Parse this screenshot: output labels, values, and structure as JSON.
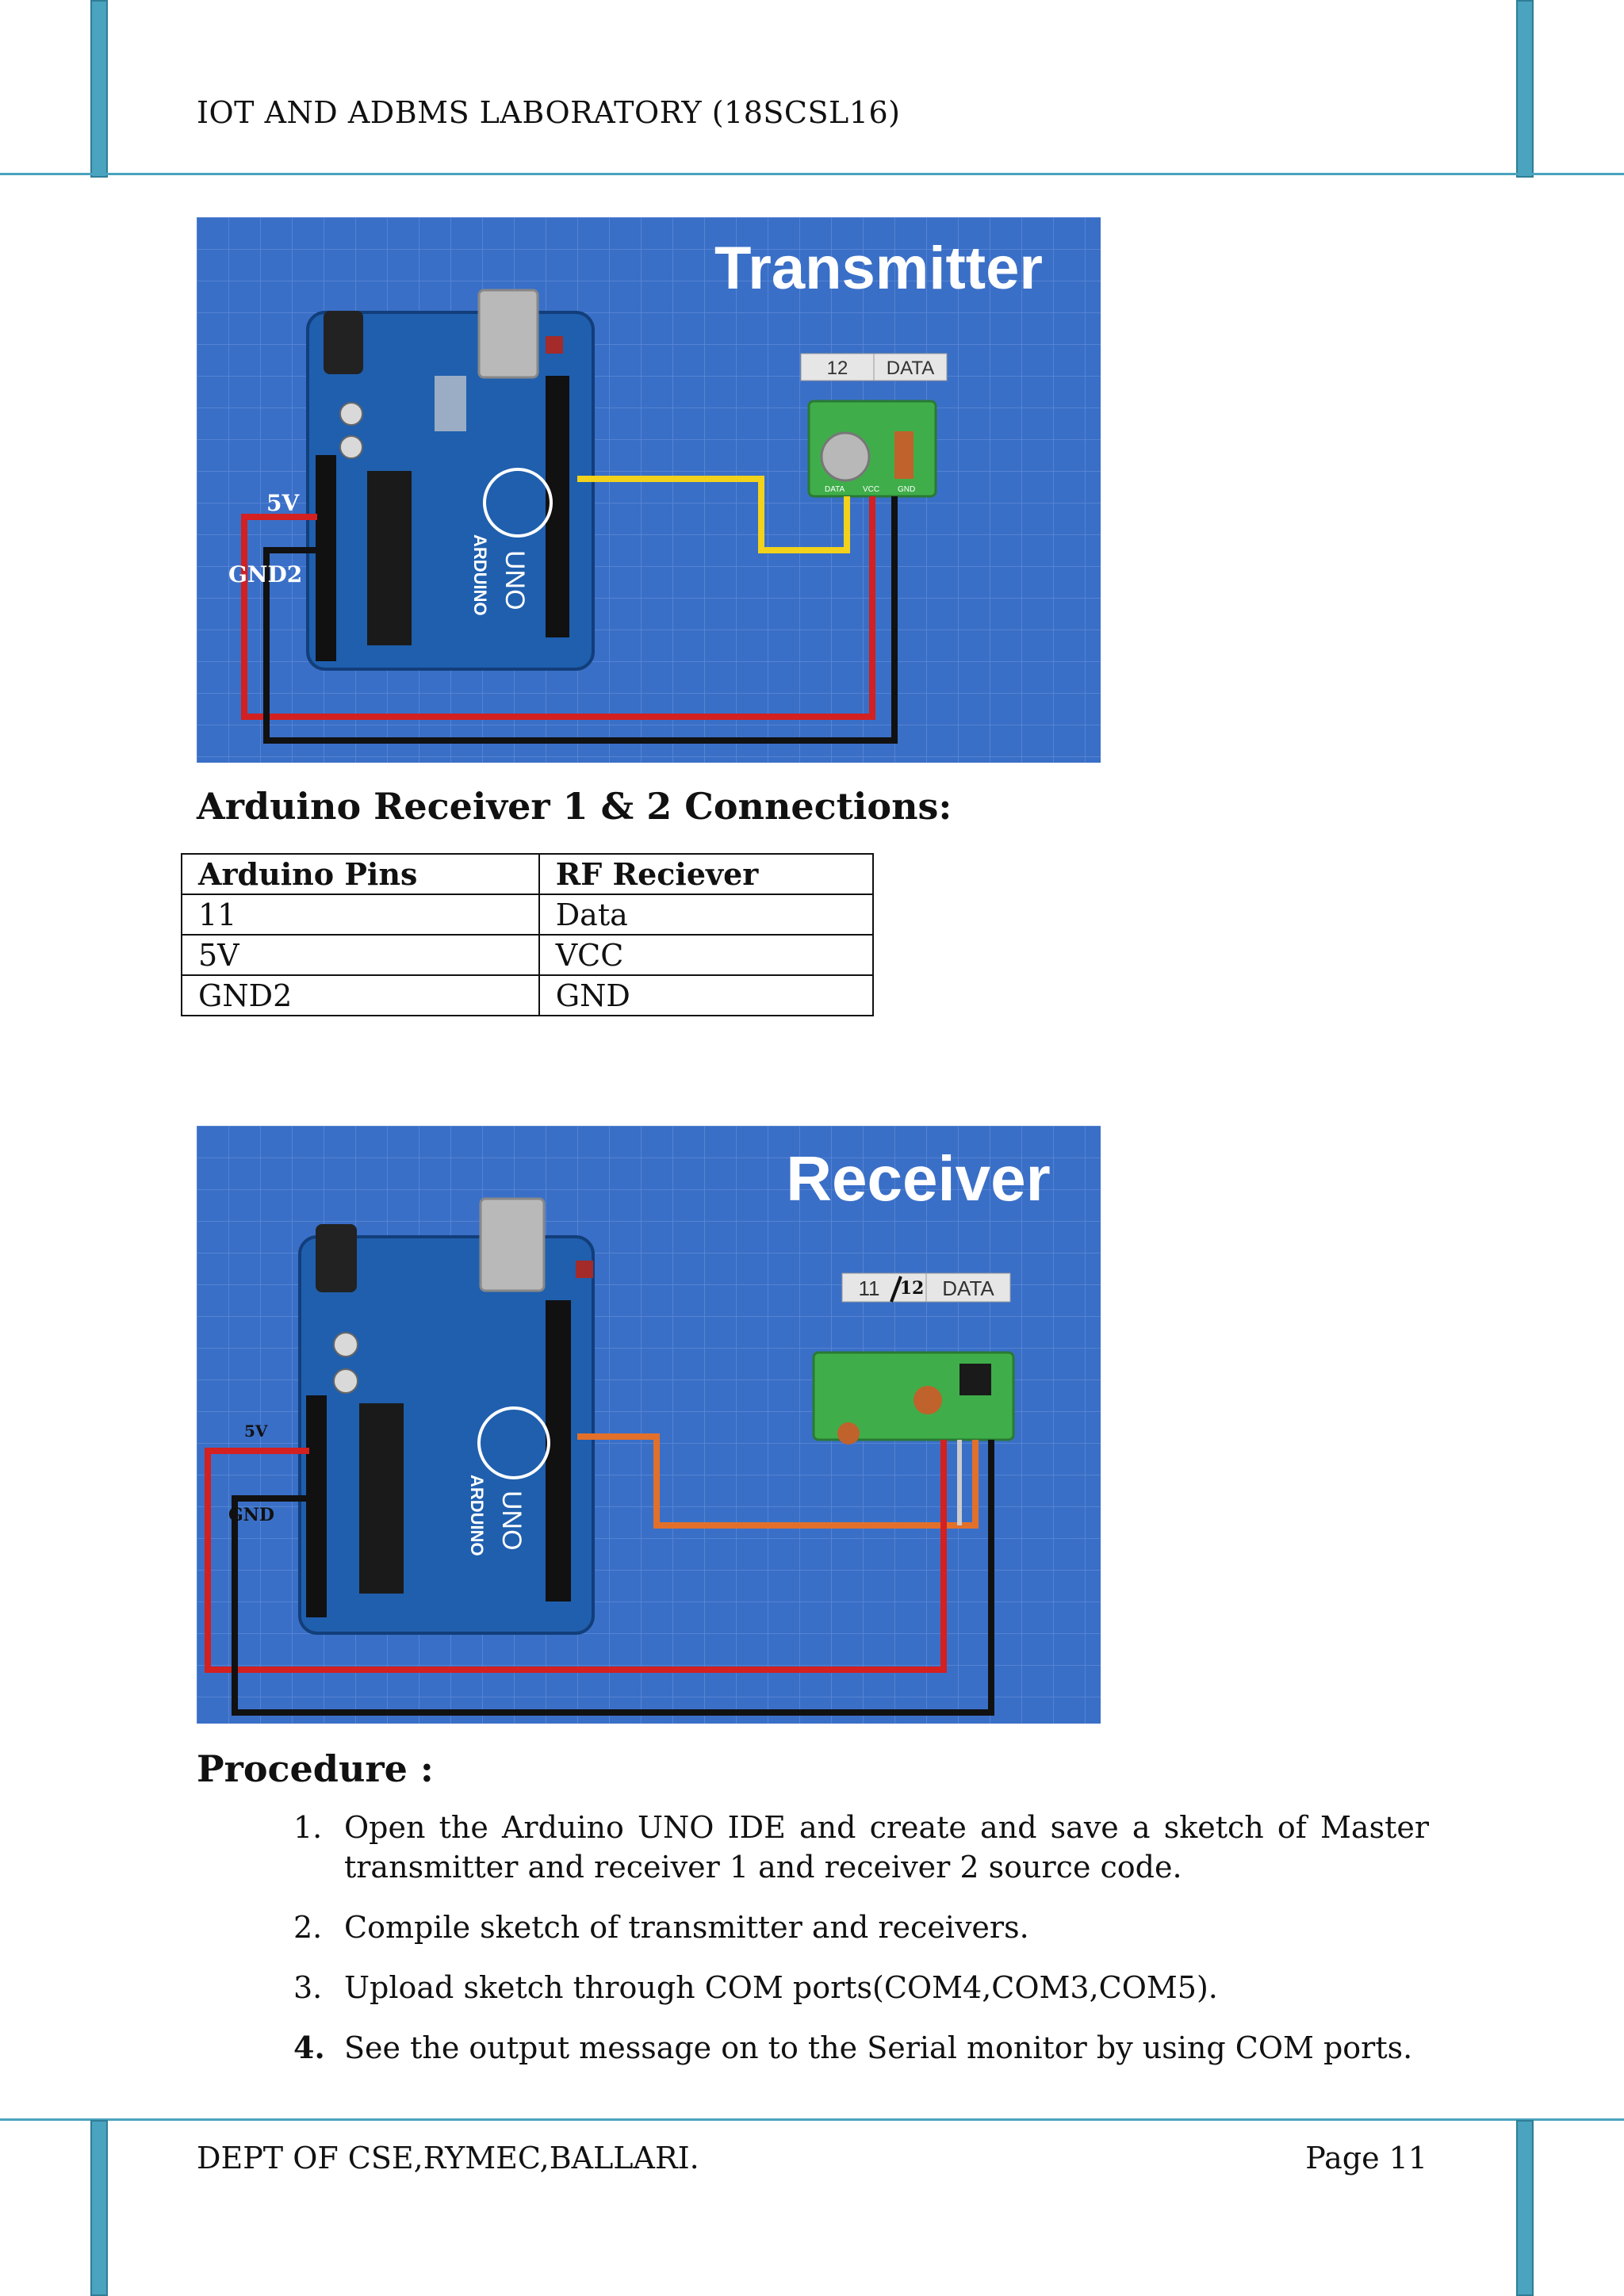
{
  "header": {
    "title": "IOT AND ADBMS LABORATORY (18SCSL16)"
  },
  "transmitter_figure": {
    "title": "Transmitter",
    "pin_label": "12",
    "pin_function": "DATA",
    "label_5v": "5V",
    "label_gnd": "GND2",
    "module_pins": [
      "DATA",
      "VCC",
      "GND"
    ],
    "board_text": [
      "ARDUINO",
      "UNO"
    ]
  },
  "receiver_section": {
    "heading": "Arduino Receiver 1 & 2 Connections:",
    "table": {
      "headers": [
        "Arduino Pins",
        "RF Reciever"
      ],
      "rows": [
        [
          "11",
          "Data"
        ],
        [
          "5V",
          "VCC"
        ],
        [
          "GND2",
          "GND"
        ]
      ]
    }
  },
  "receiver_figure": {
    "title": "Receiver",
    "pin_label": "11",
    "pin_correction": "12",
    "pin_function": "DATA",
    "label_5v": "5V",
    "label_gnd": "GND",
    "board_text": [
      "ARDUINO",
      "UNO"
    ]
  },
  "procedure": {
    "heading": "Procedure :",
    "steps": [
      {
        "num": "1.",
        "text": "Open the Arduino UNO IDE and create and save a sketch of Master transmitter and receiver 1 and  receiver 2 source code."
      },
      {
        "num": "2.",
        "text": "Compile sketch of transmitter and receivers."
      },
      {
        "num": "3.",
        "text": "Upload sketch through COM ports(COM4,COM3,COM5)."
      },
      {
        "num": "4.",
        "text": "See the output message on to  the Serial monitor by using COM ports."
      }
    ]
  },
  "footer": {
    "dept": "DEPT OF CSE,RYMEC,BALLARI.",
    "page": "Page 11"
  },
  "colors": {
    "frame": "#4aa3bf",
    "figure_bg": "#3a6fc7",
    "board": "#1f5fae",
    "wire_red": "#d32020",
    "wire_black": "#111111",
    "wire_yellow": "#f2d21a",
    "wire_orange": "#e2702a",
    "module_green": "#3fae4a"
  }
}
